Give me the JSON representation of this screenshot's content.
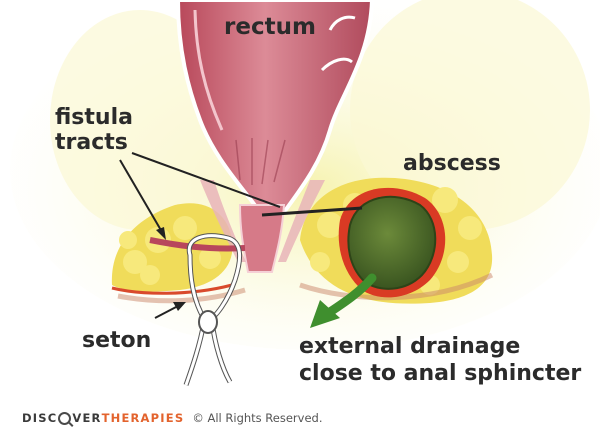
{
  "labels": {
    "rectum": "rectum",
    "fistula_line1": "fistula",
    "fistula_line2": "tracts",
    "abscess": "abscess",
    "seton": "seton",
    "drainage_line1": "external drainage",
    "drainage_line2": "close to anal sphincter"
  },
  "footer": {
    "brand_part1": "DISC",
    "brand_part2": "VER",
    "brand_part3": "THERAPIES",
    "copyright": "© All Rights Reserved."
  },
  "colors": {
    "rectum": "#c85a6a",
    "fat": "#f3e36a",
    "abscess": "#4e6a2a",
    "arrow": "#3f8f2e",
    "brand_accent": "#e3632d"
  }
}
